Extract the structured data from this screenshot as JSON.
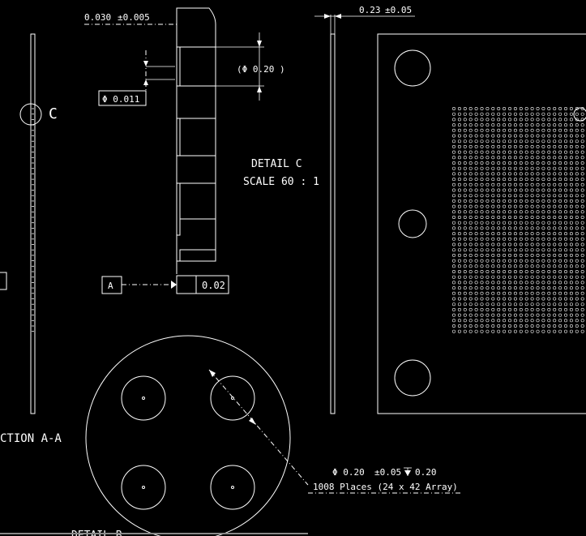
{
  "colors": {
    "background": "#000000",
    "line": "#ffffff"
  },
  "detail_c": {
    "top_thickness": "0.030",
    "top_tolerance": "±0.005",
    "counterbore_diameter": "Φ 0.011",
    "hole_diameter": "(Φ 0.20 )",
    "title": "DETAIL C",
    "scale": "SCALE 60 : 1",
    "datum_label": "A",
    "flatness_value": "0.02"
  },
  "section": {
    "callout": "C",
    "title": "CTION A-A"
  },
  "side_view": {
    "thickness": "0.23",
    "tolerance": "±0.05"
  },
  "detail_b": {
    "hole_spec_diameter": "Φ 0.20",
    "hole_spec_tolerance": "±0.05",
    "hole_spec_depth": "0.20",
    "hole_count": "1008 Places (24 x 42 Array)",
    "title": "DETAIL B"
  }
}
